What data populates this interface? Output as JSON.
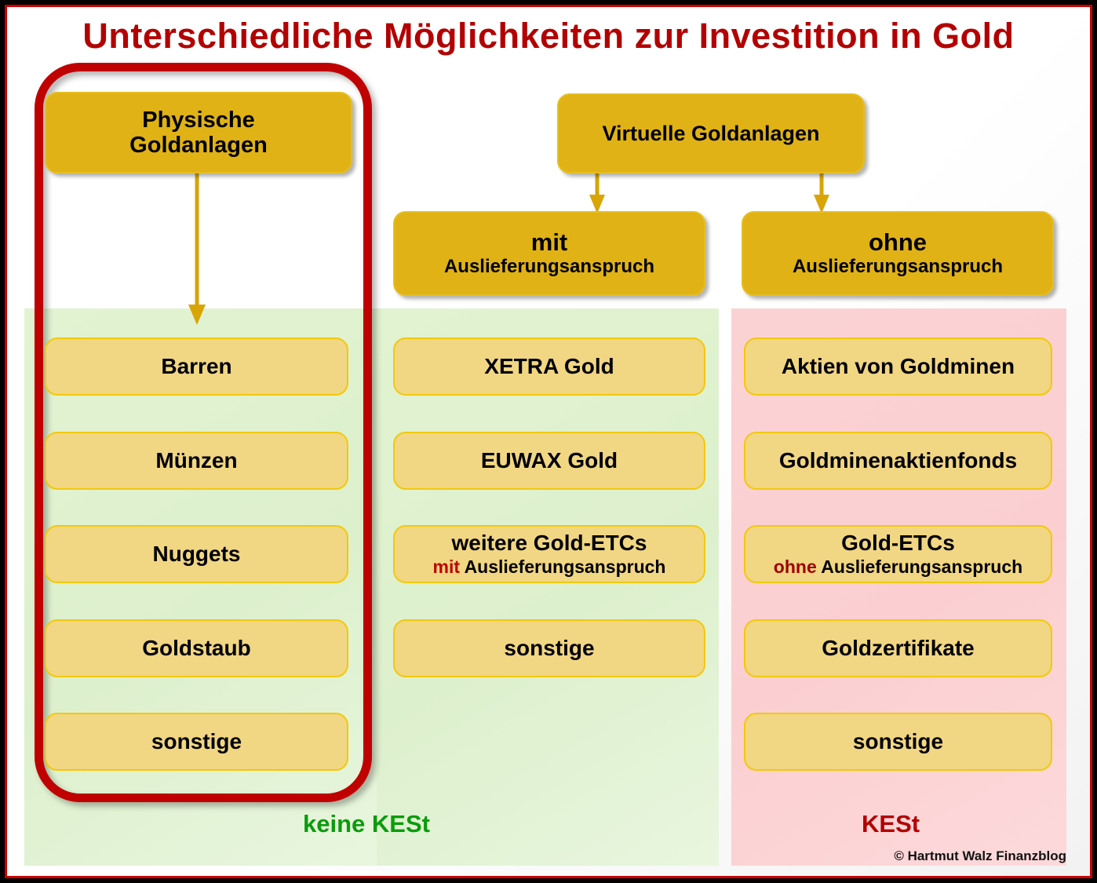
{
  "title": "Unterschiedliche Möglichkeiten zur Investition in Gold",
  "headers": {
    "physische": "Physische\nGoldanlagen",
    "physische_line1": "Physische",
    "physische_line2": "Goldanlagen",
    "virtuelle": "Virtuelle Goldanlagen",
    "mit_line1": "mit",
    "mit_line2": "Auslieferungsanspruch",
    "ohne_line1": "ohne",
    "ohne_line2": "Auslieferungsanspruch"
  },
  "columns": {
    "physische": {
      "panel_color": "#ddf0cd",
      "items": [
        {
          "label": "Barren"
        },
        {
          "label": "Münzen"
        },
        {
          "label": "Nuggets"
        },
        {
          "label": "Goldstaub"
        },
        {
          "label": "sonstige"
        }
      ]
    },
    "mit_auslieferungsanspruch": {
      "panel_color": "#ddf0cd",
      "items": [
        {
          "label": "XETRA Gold"
        },
        {
          "label": "EUWAX Gold"
        },
        {
          "label": "weitere Gold-ETCs",
          "sub_emphasis": "mit",
          "sub_rest": " Auslieferungsanspruch",
          "sub_emphasis_color": "#C00000"
        },
        {
          "label": "sonstige"
        }
      ]
    },
    "ohne_auslieferungsanspruch": {
      "panel_color": "#fbcfd1",
      "items": [
        {
          "label": "Aktien von Goldminen"
        },
        {
          "label": "Goldminenaktienfonds"
        },
        {
          "label": "Gold-ETCs",
          "sub_emphasis": "ohne",
          "sub_rest": " Auslieferungsanspruch",
          "sub_emphasis_color": "#9E0000"
        },
        {
          "label": "Goldzertifikate"
        },
        {
          "label": "sonstige"
        }
      ]
    }
  },
  "footer": {
    "keine_kest": "keine KESt",
    "keine_kest_color": "#0B9B0B",
    "kest": "KESt",
    "kest_color": "#B30000",
    "copyright": "© Hartmut Walz Finanzblog"
  },
  "colors": {
    "title": "#B30000",
    "frame_outer": "#000000",
    "frame_inner": "#CC0000",
    "highlight_outline": "#C00000",
    "header_gold": "#E0B216",
    "item_gold": "#F1D684",
    "item_border": "#F2C90C",
    "arrow": "#D9A406"
  }
}
